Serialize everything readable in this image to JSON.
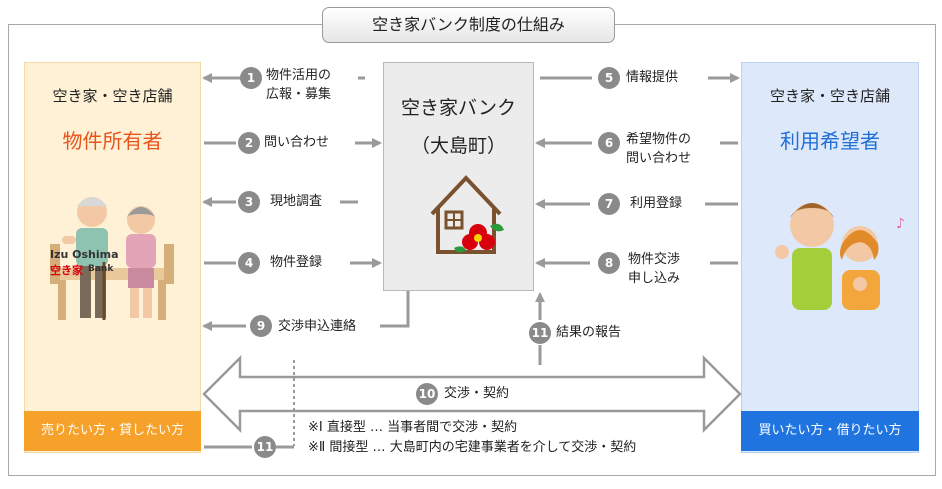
{
  "title": "空き家バンク制度の仕組み",
  "left_panel": {
    "subtitle": "空き家・空き店舗",
    "heading": "物件所有者",
    "heading_color": "#e8541c",
    "footer": "売りたい方・貸したい方"
  },
  "right_panel": {
    "subtitle": "空き家・空き店舗",
    "heading": "利用希望者",
    "heading_color": "#1f6fd6",
    "footer": "買いたい方・借りたい方"
  },
  "bank": {
    "name": "空き家バンク",
    "town": "（大島町）",
    "logo_line1": "Izu Oshima",
    "logo_line2": "空き家",
    "logo_line3": "Bank"
  },
  "steps": [
    {
      "num": "1",
      "line1": "物件活用の",
      "line2": "広報・募集"
    },
    {
      "num": "2",
      "line1": "問い合わせ",
      "line2": ""
    },
    {
      "num": "3",
      "line1": "現地調査",
      "line2": ""
    },
    {
      "num": "4",
      "line1": "物件登録",
      "line2": ""
    },
    {
      "num": "5",
      "line1": "情報提供",
      "line2": ""
    },
    {
      "num": "6",
      "line1": "希望物件の",
      "line2": "問い合わせ"
    },
    {
      "num": "7",
      "line1": "利用登録",
      "line2": ""
    },
    {
      "num": "8",
      "line1": "物件交渉",
      "line2": "申し込み"
    },
    {
      "num": "9",
      "line1": "交渉申込連絡",
      "line2": ""
    },
    {
      "num": "11",
      "line1": "結果の報告",
      "line2": ""
    },
    {
      "num": "10",
      "line1": "交渉・契約",
      "line2": ""
    },
    {
      "num": "11",
      "line1": "",
      "line2": ""
    }
  ],
  "notes": [
    "※Ⅰ 直接型 … 当事者間で交渉・契約",
    "※Ⅱ 間接型 … 大島町内の宅建事業者を介して交渉・契約"
  ],
  "colors": {
    "arrow": "#9a9a9a",
    "badge": "#8a8a8a",
    "left_bg": "#fff1d6",
    "right_bg": "#dde9fb",
    "left_footer": "#f5a12a",
    "right_footer": "#1f74e0"
  }
}
